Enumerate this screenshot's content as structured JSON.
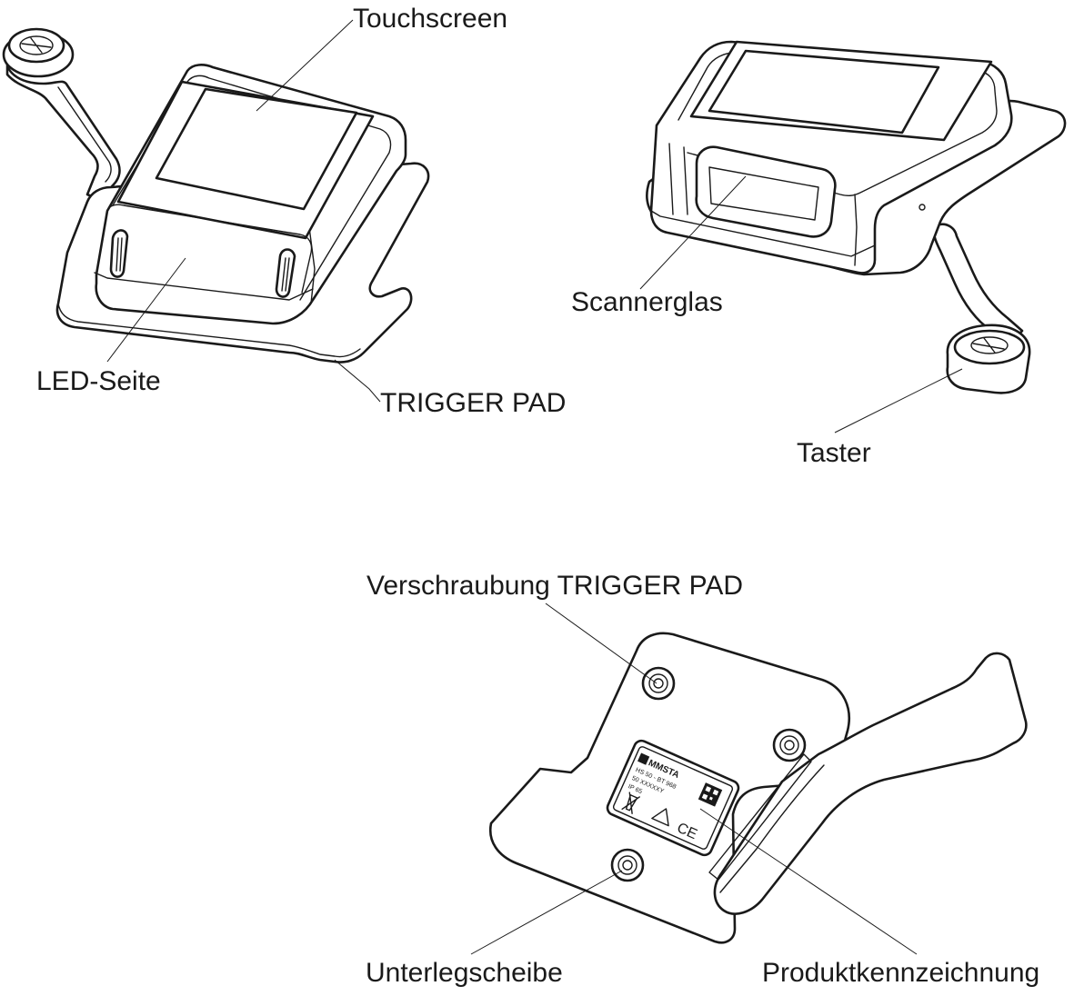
{
  "labels": {
    "touchscreen": "Touchscreen",
    "led_seite": "LED-Seite",
    "trigger_pad": "TRIGGER PAD",
    "scannerglas": "Scannerglas",
    "taster": "Taster",
    "verschraubung": "Verschraubung TRIGGER PAD",
    "unterlegscheibe": "Unterlegscheibe",
    "produktkennzeichnung": "Produktkennzeichnung"
  },
  "product_label": {
    "brand": "MMSTA",
    "line1": "HS 50 - BT 968",
    "line2": "50 XXXXXY",
    "line3": "IP 65",
    "ce": "CE"
  }
}
